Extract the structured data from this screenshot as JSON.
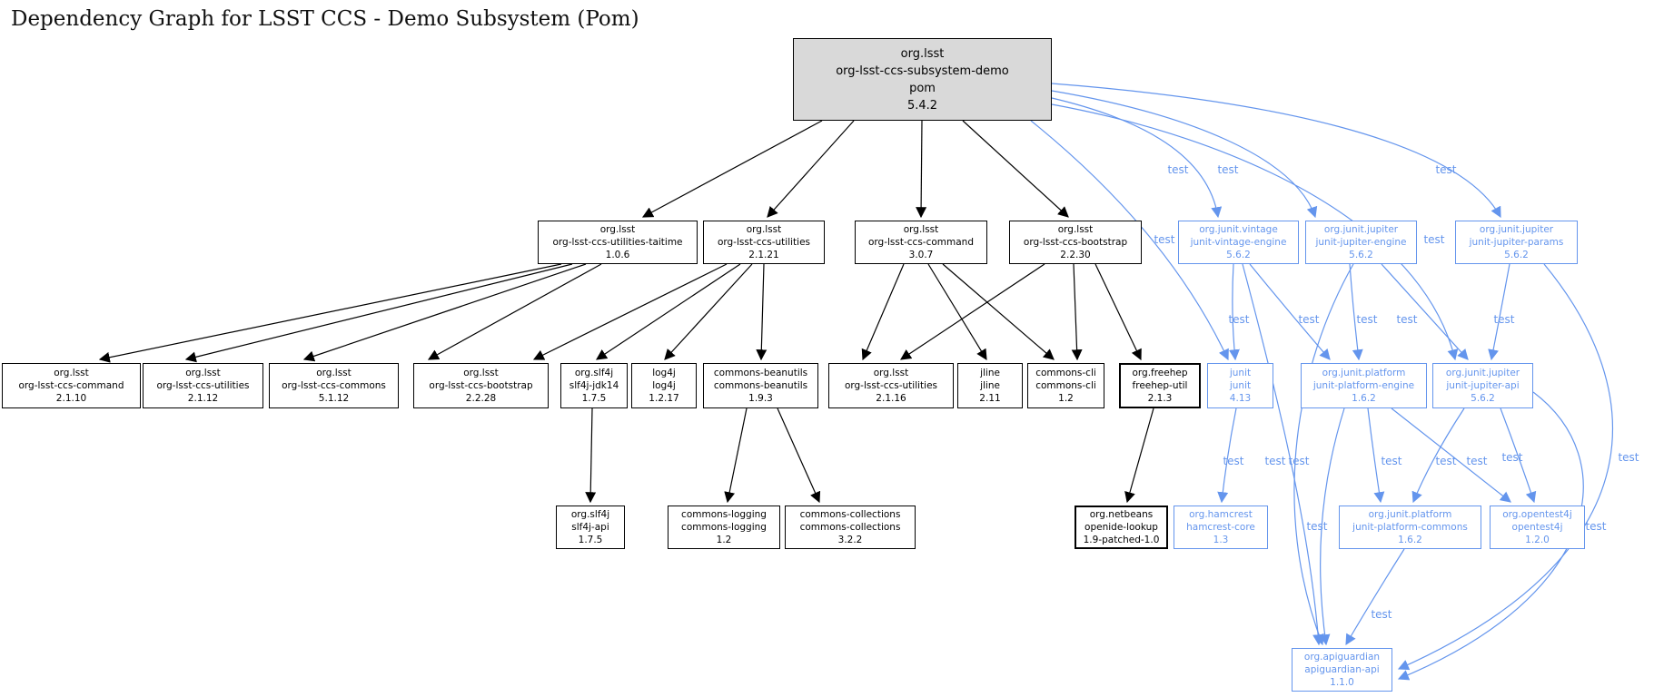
{
  "title": "Dependency Graph for LSST CCS - Demo Subsystem (Pom)",
  "labels": {
    "test": "test"
  },
  "colors": {
    "accent_blue": "#6495ED",
    "root_fill": "#d9d9d9",
    "edge_black": "#000000",
    "node_fill": "#ffffff"
  },
  "nodes": {
    "root": {
      "g": "org.lsst",
      "a": "org-lsst-ccs-subsystem-demo",
      "p": "pom",
      "v": "5.4.2"
    },
    "taitime": {
      "g": "org.lsst",
      "a": "org-lsst-ccs-utilities-taitime",
      "v": "1.0.6"
    },
    "utilities2121": {
      "g": "org.lsst",
      "a": "org-lsst-ccs-utilities",
      "v": "2.1.21"
    },
    "command307": {
      "g": "org.lsst",
      "a": "org-lsst-ccs-command",
      "v": "3.0.7"
    },
    "bootstrap2230": {
      "g": "org.lsst",
      "a": "org-lsst-ccs-bootstrap",
      "v": "2.2.30"
    },
    "vintage": {
      "g": "org.junit.vintage",
      "a": "junit-vintage-engine",
      "v": "5.6.2"
    },
    "jupiterEngine": {
      "g": "org.junit.jupiter",
      "a": "junit-jupiter-engine",
      "v": "5.6.2"
    },
    "jupiterParams": {
      "g": "org.junit.jupiter",
      "a": "junit-jupiter-params",
      "v": "5.6.2"
    },
    "command2110": {
      "g": "org.lsst",
      "a": "org-lsst-ccs-command",
      "v": "2.1.10"
    },
    "utilities2112": {
      "g": "org.lsst",
      "a": "org-lsst-ccs-utilities",
      "v": "2.1.12"
    },
    "commons5112": {
      "g": "org.lsst",
      "a": "org-lsst-ccs-commons",
      "v": "5.1.12"
    },
    "bootstrap2228": {
      "g": "org.lsst",
      "a": "org-lsst-ccs-bootstrap",
      "v": "2.2.28"
    },
    "slf4jJdk14": {
      "g": "org.slf4j",
      "a": "slf4j-jdk14",
      "v": "1.7.5"
    },
    "log4j": {
      "g": "log4j",
      "a": "log4j",
      "v": "1.2.17"
    },
    "beanutils": {
      "g": "commons-beanutils",
      "a": "commons-beanutils",
      "v": "1.9.3"
    },
    "utilities2116": {
      "g": "org.lsst",
      "a": "org-lsst-ccs-utilities",
      "v": "2.1.16"
    },
    "jline": {
      "g": "jline",
      "a": "jline",
      "v": "2.11"
    },
    "commonsCli": {
      "g": "commons-cli",
      "a": "commons-cli",
      "v": "1.2"
    },
    "freehep": {
      "g": "org.freehep",
      "a": "freehep-util",
      "v": "2.1.3"
    },
    "junit413": {
      "g": "junit",
      "a": "junit",
      "v": "4.13"
    },
    "platformEngine": {
      "g": "org.junit.platform",
      "a": "junit-platform-engine",
      "v": "1.6.2"
    },
    "jupiterApi": {
      "g": "org.junit.jupiter",
      "a": "junit-jupiter-api",
      "v": "5.6.2"
    },
    "slf4jApi": {
      "g": "org.slf4j",
      "a": "slf4j-api",
      "v": "1.7.5"
    },
    "commonsLogging": {
      "g": "commons-logging",
      "a": "commons-logging",
      "v": "1.2"
    },
    "commonsCollections": {
      "g": "commons-collections",
      "a": "commons-collections",
      "v": "3.2.2"
    },
    "openide": {
      "g": "org.netbeans",
      "a": "openide-lookup",
      "v": "1.9-patched-1.0"
    },
    "hamcrest": {
      "g": "org.hamcrest",
      "a": "hamcrest-core",
      "v": "1.3"
    },
    "platformCommons": {
      "g": "org.junit.platform",
      "a": "junit-platform-commons",
      "v": "1.6.2"
    },
    "opentest4j": {
      "g": "org.opentest4j",
      "a": "opentest4j",
      "v": "1.2.0"
    },
    "apiguardian": {
      "g": "org.apiguardian",
      "a": "apiguardian-api",
      "v": "1.1.0"
    }
  }
}
